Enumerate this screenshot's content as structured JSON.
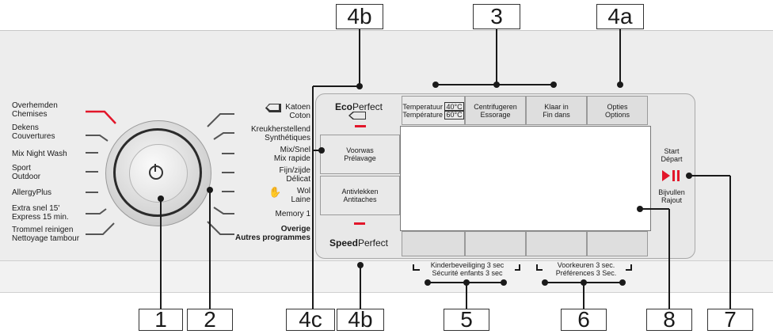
{
  "programs_left": [
    {
      "line1": "Overhemden",
      "line2": "Chemises"
    },
    {
      "line1": "Dekens",
      "line2": "Couvertures"
    },
    {
      "line1": "Mix Night Wash",
      "line2": ""
    },
    {
      "line1": "Sport",
      "line2": "Outdoor"
    },
    {
      "line1": "AllergyPlus",
      "line2": ""
    },
    {
      "line1": "Extra snel 15'",
      "line2": "Express 15 min."
    },
    {
      "line1": "Trommel reinigen",
      "line2": "Nettoyage tambour"
    }
  ],
  "programs_right": [
    {
      "line1": "Katoen",
      "line2": "Coton"
    },
    {
      "line1": "Kreukherstellend",
      "line2": "Synthétiques"
    },
    {
      "line1": "Mix/Snel",
      "line2": "Mix rapide"
    },
    {
      "line1": "Fijn/zijde",
      "line2": "Délicat"
    },
    {
      "line1": "Wol",
      "line2": "Laine"
    },
    {
      "line1": "Memory 1",
      "line2": ""
    },
    {
      "line1": "Overige",
      "line2": "Autres programmes"
    }
  ],
  "buttons": {
    "eco": {
      "bold": "Eco",
      "rest": "Perfect"
    },
    "speed": {
      "bold": "Speed",
      "rest": "Perfect"
    },
    "temperature": {
      "l1": "Temperatuur",
      "l2": "Température",
      "deg1": "40°C",
      "deg2": "60°C"
    },
    "spin": {
      "l1": "Centrifugeren",
      "l2": "Essorage"
    },
    "finish": {
      "l1": "Klaar in",
      "l2": "Fin dans"
    },
    "options": {
      "l1": "Opties",
      "l2": "Options"
    },
    "prewash": {
      "l1": "Voorwas",
      "l2": "Prélavage"
    },
    "stain": {
      "l1": "Antivlekken",
      "l2": "Antitaches"
    },
    "start": {
      "l1": "Start",
      "l2": "Départ"
    },
    "reload": {
      "l1": "Bijvullen",
      "l2": "Rajout"
    }
  },
  "hints": {
    "child_lock": {
      "l1": "Kinderbeveiliging 3 sec",
      "l2": "Sécurité enfants 3 sec"
    },
    "preferences": {
      "l1": "Voorkeuren 3 sec.",
      "l2": "Préférences 3 Sec."
    }
  },
  "callouts": {
    "c4b_top": "4b",
    "c3": "3",
    "c4a": "4a",
    "c1": "1",
    "c2": "2",
    "c4c": "4c",
    "c4b_bottom": "4b",
    "c5": "5",
    "c6": "6",
    "c8": "8",
    "c7": "7"
  },
  "colors": {
    "accent": "#e2162a",
    "text": "#1a1a1a"
  }
}
